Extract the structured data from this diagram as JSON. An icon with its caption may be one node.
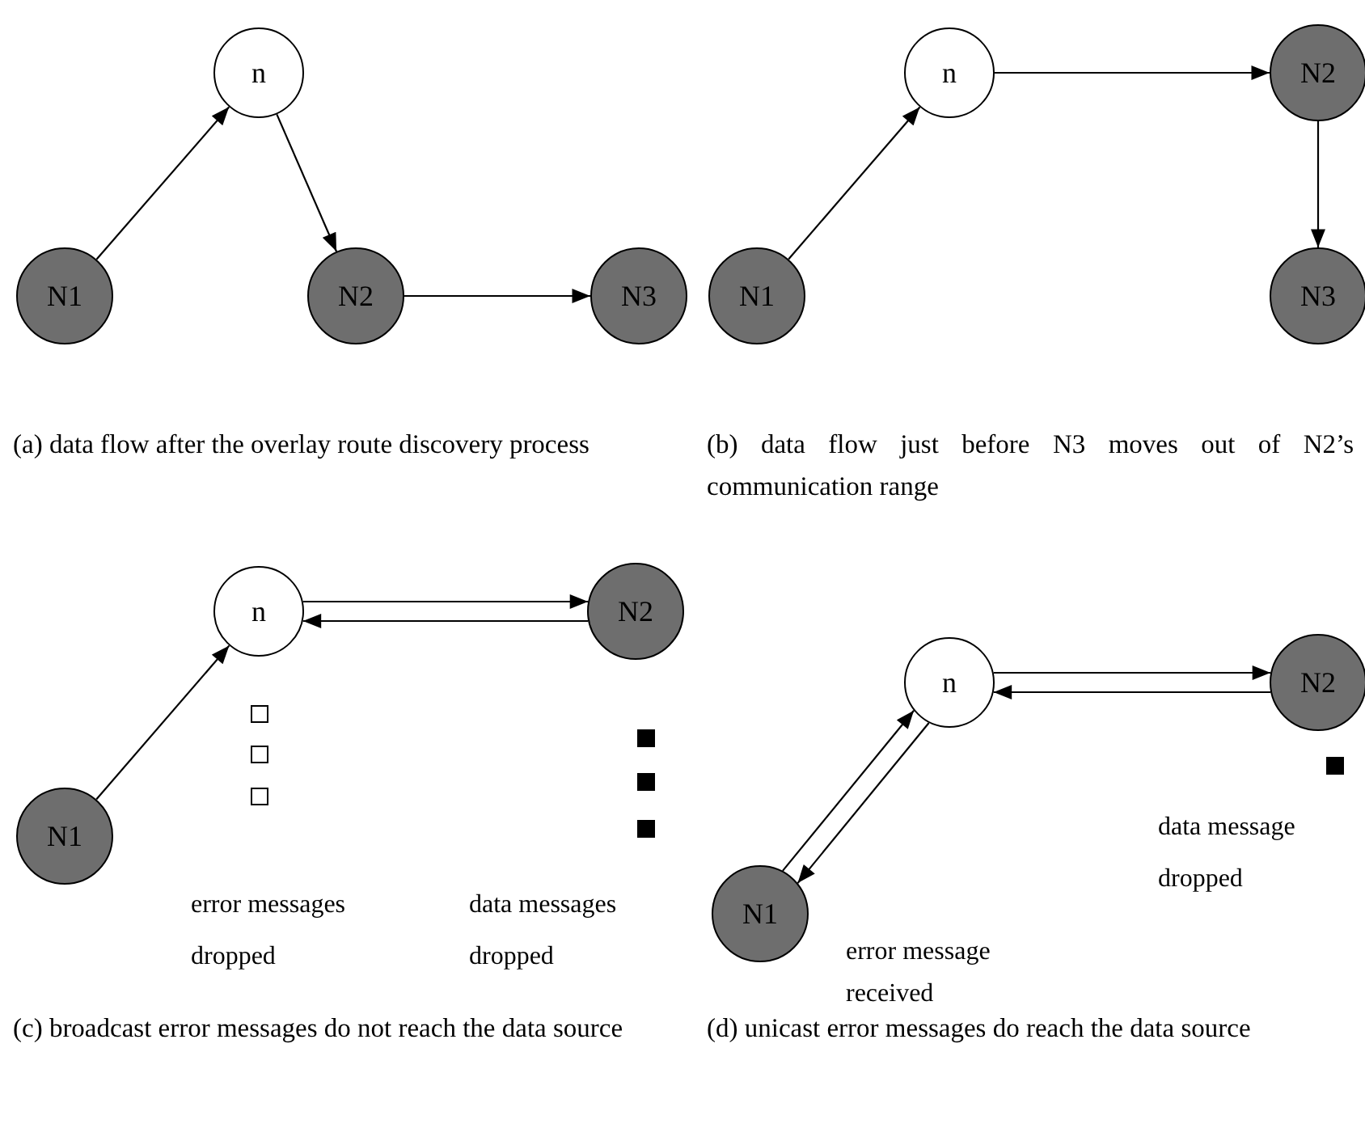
{
  "diagram": {
    "nodes": [
      {
        "text": [
          "n"
        ]
      },
      {
        "text": [
          "N1"
        ]
      },
      {
        "text": [
          "N2"
        ]
      },
      {
        "text": [
          "N3"
        ]
      },
      {
        "text": [
          "n"
        ]
      },
      {
        "text": [
          "N2"
        ]
      },
      {
        "text": [
          "N1"
        ]
      },
      {
        "text": [
          "N3"
        ]
      },
      {
        "text": [
          "n"
        ]
      },
      {
        "text": [
          "N2"
        ]
      },
      {
        "text": [
          "N1"
        ]
      },
      {
        "text": [
          "n"
        ]
      },
      {
        "text": [
          "N2"
        ]
      },
      {
        "text": [
          "N1"
        ]
      }
    ],
    "edges": [
      {
        "from": 1,
        "to": 0,
        "arrow": "to"
      },
      {
        "from": 0,
        "to": 2,
        "arrow": "to"
      },
      {
        "from": 2,
        "to": 3,
        "arrow": "to"
      },
      {
        "from": 6,
        "to": 4,
        "arrow": "to"
      },
      {
        "from": 4,
        "to": 5,
        "arrow": "to"
      },
      {
        "from": 5,
        "to": 7,
        "arrow": "to"
      },
      {
        "from": 10,
        "to": 8,
        "arrow": "to"
      },
      {
        "from": 8,
        "to": 9,
        "arrow": "to"
      },
      {
        "from": 9,
        "to": 8,
        "arrow": "to"
      },
      {
        "from": 13,
        "to": 11,
        "arrow": "to"
      },
      {
        "from": 11,
        "to": 12,
        "arrow": "to"
      },
      {
        "from": 12,
        "to": 11,
        "arrow": "to"
      },
      {
        "from": 11,
        "to": 13,
        "arrow": "to"
      }
    ],
    "labels": [
      "(a) data flow after the overlay route discovery process",
      "(b) data flow just before N3 moves out of N2’s communication range",
      "(c) broadcast error messages do not reach the data source",
      "(d) unicast error messages do reach the data source",
      "error messages dropped",
      "data messages dropped",
      "data message dropped",
      "error message received"
    ]
  }
}
